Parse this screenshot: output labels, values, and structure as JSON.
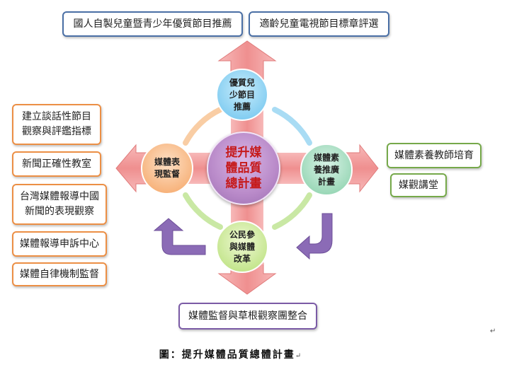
{
  "top_boxes": [
    "國人自製兒童暨青少年優質節目推薦",
    "適齡兒童電視節目標章評選"
  ],
  "left_boxes": [
    [
      "建立談話性節目",
      "觀察與評鑑指標"
    ],
    [
      "新聞正確性教室"
    ],
    [
      "台灣媒體報導中國",
      "新聞的表現觀察"
    ],
    [
      "媒體報導申訴中心"
    ],
    [
      "媒體自律機制監督"
    ]
  ],
  "right_boxes": [
    "媒體素養教師培育",
    "媒觀講堂"
  ],
  "bottom_box": "媒體監督與草根觀察團整合",
  "nodes": {
    "center": [
      "提升媒",
      "體品質",
      "總計畫"
    ],
    "top": [
      "優質兒",
      "少節目",
      "推薦"
    ],
    "left": [
      "媒體表",
      "現監督"
    ],
    "right": [
      "媒體素",
      "養推廣",
      "計畫"
    ],
    "bottom": [
      "公民參",
      "與媒體",
      "改革"
    ]
  },
  "caption": "圖：提升媒體品質總體計畫",
  "colors": {
    "arrow": "#f2a5a5",
    "ring_blue": "#9fd6f3",
    "ring_green": "#c5e59b",
    "ring_orange": "#f7c79b",
    "curved_arrow": "#8b6bb6",
    "center_text": "#c61a1a"
  }
}
